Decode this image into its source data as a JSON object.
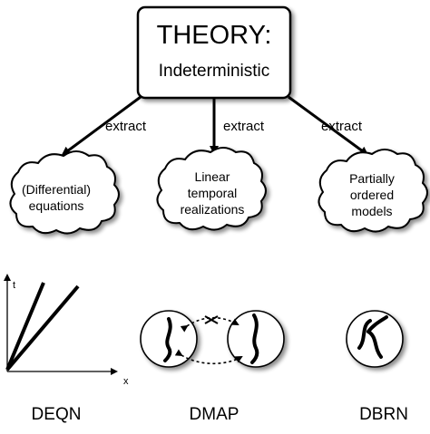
{
  "theory_box": {
    "title": "THEORY:",
    "subtitle": "Indeterministic"
  },
  "arrows": {
    "left_label": "extract",
    "center_label": "extract",
    "right_label": "extract"
  },
  "clouds": {
    "left": {
      "line1": "(Differential)",
      "line2": "equations"
    },
    "center": {
      "line1": "Linear",
      "line2": "temporal",
      "line3": "realizations"
    },
    "right": {
      "line1": "Partially",
      "line2": "ordered",
      "line3": "models"
    }
  },
  "deqn_plot": {
    "y_axis_label": "t",
    "x_axis_label": "x"
  },
  "captions": {
    "deqn": "DEQN",
    "dmap": "DMAP",
    "dbrn": "DBRN"
  },
  "colors": {
    "stroke": "#000000",
    "fill": "#ffffff",
    "shadow": "#9a9a9a",
    "cloud_fill": "#ffffff"
  }
}
